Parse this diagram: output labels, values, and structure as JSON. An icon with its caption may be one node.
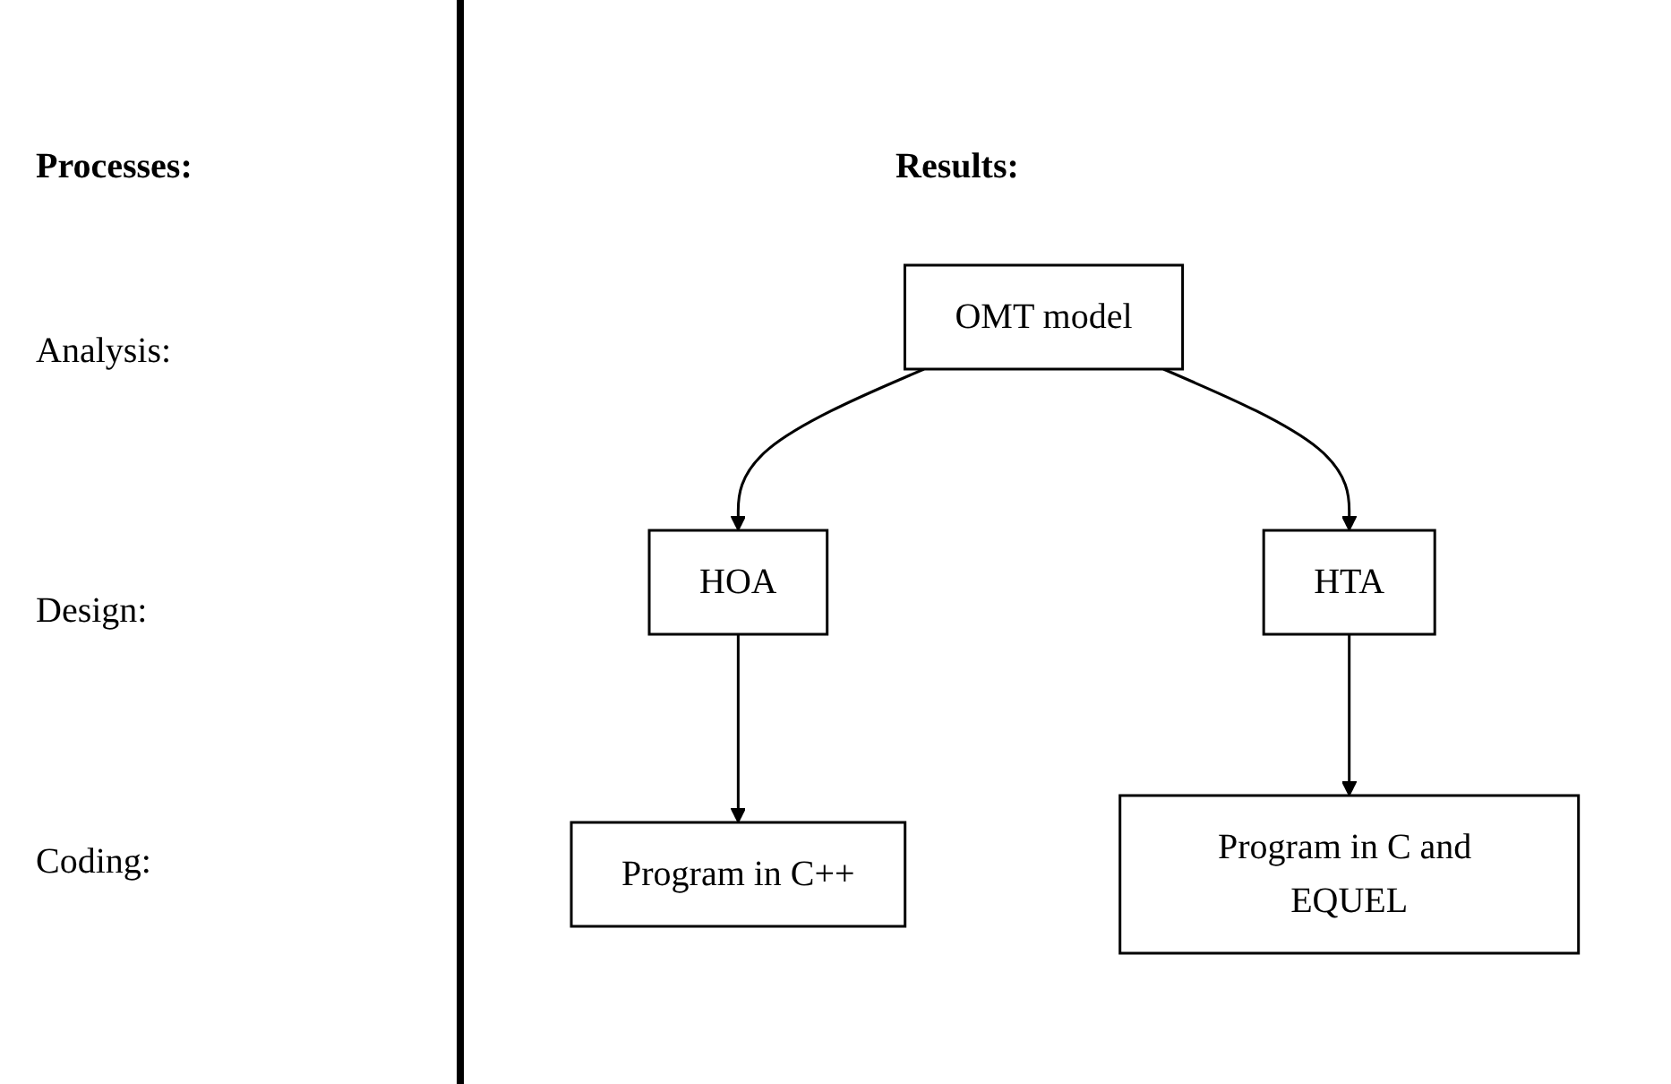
{
  "diagram": {
    "nodes": [
      {
        "text": [
          "OMT model"
        ]
      },
      {
        "text": [
          "HOA"
        ]
      },
      {
        "text": [
          "HTA"
        ]
      },
      {
        "text": [
          "Program in C++"
        ]
      },
      {
        "text": [
          "Program in C and EQUEL"
        ]
      }
    ],
    "edges": [
      {
        "from": 0,
        "to": 1,
        "arrow": "to"
      },
      {
        "from": 0,
        "to": 2,
        "arrow": "to"
      },
      {
        "from": 1,
        "to": 3,
        "arrow": "to"
      },
      {
        "from": 2,
        "to": 4,
        "arrow": "to"
      }
    ],
    "labels": [
      "Processes:",
      "Results:",
      "Analysis:",
      "Design:",
      "Coding:"
    ]
  }
}
